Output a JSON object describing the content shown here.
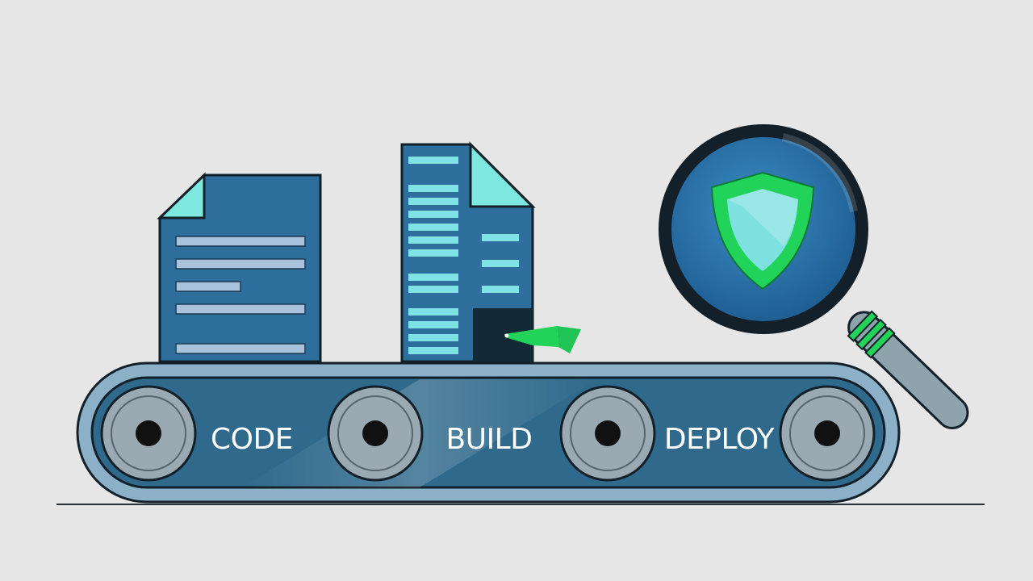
{
  "conveyor": {
    "stages": [
      {
        "label": "CODE"
      },
      {
        "label": "BUILD"
      },
      {
        "label": "DEPLOY"
      }
    ]
  },
  "icons": {
    "code_document": "code-document-icon",
    "build_document": "build-document-icon",
    "magnifier": "magnifying-glass-icon",
    "shield": "shield-icon",
    "bug": "bug-icon"
  },
  "colors": {
    "background": "#e6e6e6",
    "document_blue": "#2d6e9c",
    "document_fold": "#7ce8de",
    "code_lines": "#a9c2dc",
    "build_lines": "#7fe3e6",
    "belt_blue": "#2f6a8c",
    "belt_rim": "#88a9be",
    "roller_gray": "#9aa9b2",
    "lens_blue": "#2a71a8",
    "shield_green": "#22d35a",
    "shield_inner": "#7fe0e0",
    "outline": "#13202a"
  }
}
